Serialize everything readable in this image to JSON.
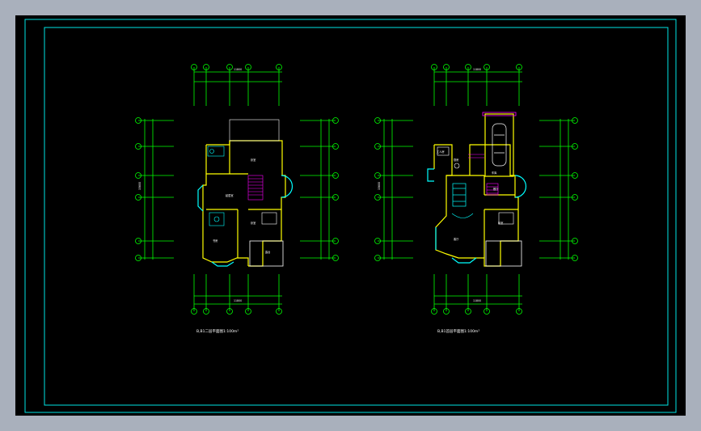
{
  "colors": {
    "background": "#000000",
    "frame": "#00e5e5",
    "wall": "#ffff00",
    "dimension": "#00ff00",
    "window": "#00ffff",
    "stair": "#ff00ff",
    "fixture": "#ffffff"
  },
  "plans": [
    {
      "caption": "B,B1二层平面图1:100m²",
      "rooms": {
        "r1": "卧室",
        "r2": "起居室",
        "r3": "卧室",
        "r4": "书房",
        "r5": "露台"
      },
      "dims": {
        "top_total": "11800",
        "bottom_total": "11800",
        "side_total": "15600"
      }
    },
    {
      "caption": "B,B1首层平面图1:100m²",
      "rooms": {
        "r1": "工人房",
        "r2": "厨房",
        "r3": "餐厅",
        "r4": "客厅",
        "r5": "卧室",
        "r6": "车库"
      },
      "dims": {
        "top_total": "11800",
        "bottom_total": "11800",
        "side_total": "15600"
      }
    }
  ]
}
